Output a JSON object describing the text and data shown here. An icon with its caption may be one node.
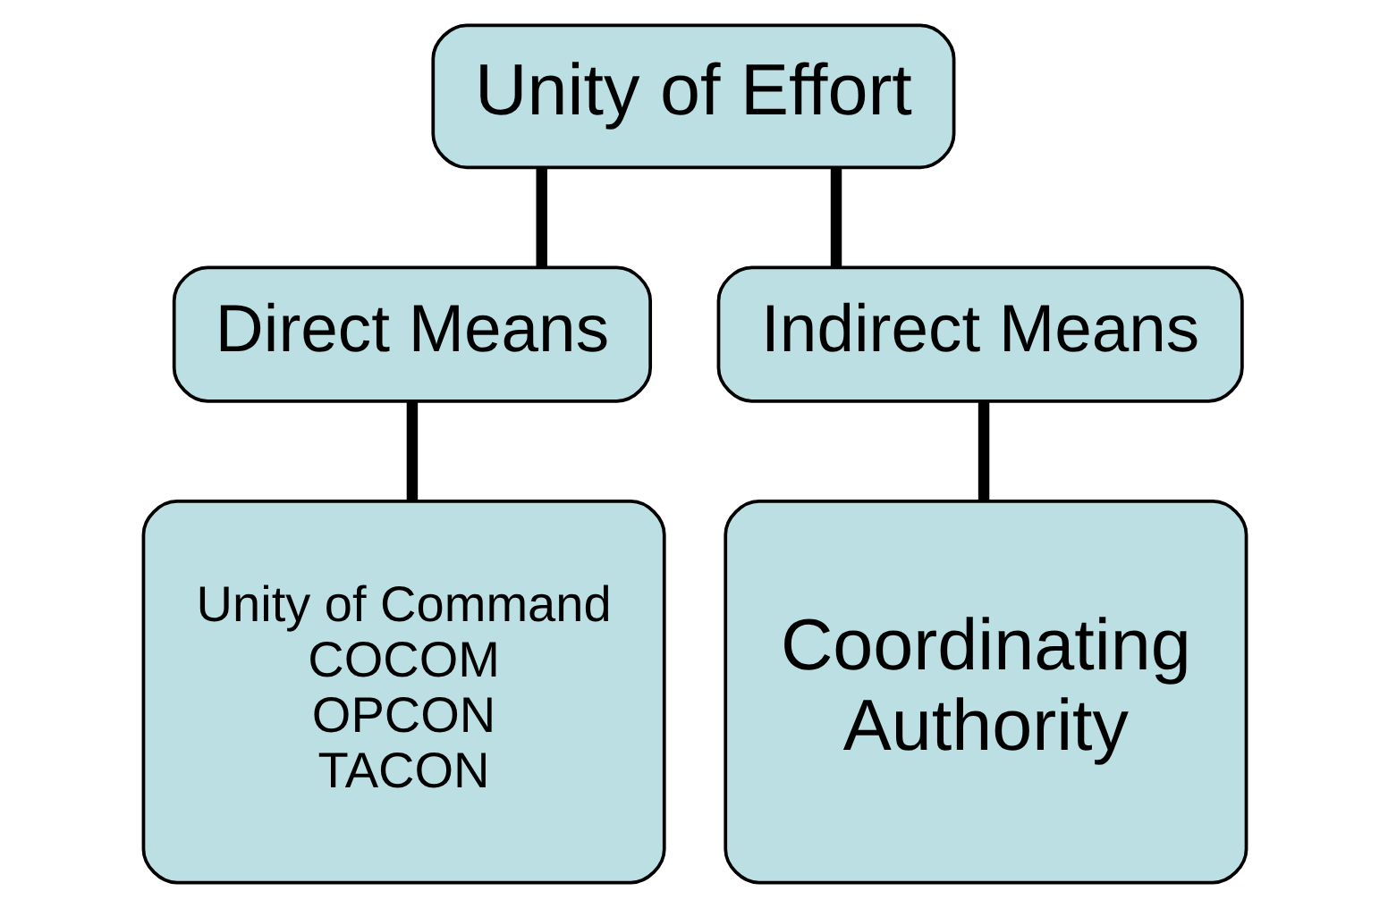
{
  "diagram": {
    "nodes": [
      {
        "text": [
          "Unity of Effort"
        ]
      },
      {
        "text": [
          "Direct Means"
        ]
      },
      {
        "text": [
          "Indirect Means"
        ]
      },
      {
        "text": [
          "Unity of Command",
          "COCOM",
          "OPCON",
          "TACON"
        ]
      },
      {
        "text": [
          "Coordinating Authority"
        ]
      }
    ],
    "edges": [
      {
        "from": 0,
        "to": 1,
        "arrow": "none"
      },
      {
        "from": 0,
        "to": 2,
        "arrow": "none"
      },
      {
        "from": 1,
        "to": 3,
        "arrow": "none"
      },
      {
        "from": 2,
        "to": 4,
        "arrow": "none"
      }
    ]
  }
}
